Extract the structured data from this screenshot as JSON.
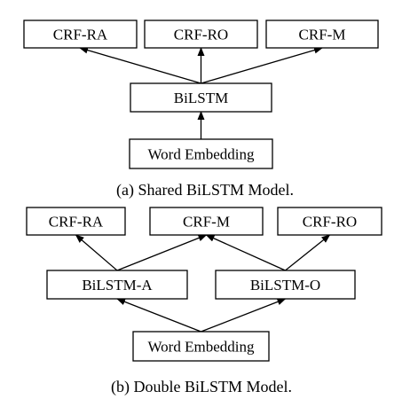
{
  "diagram_a": {
    "caption": "(a) Shared BiLSTM Model.",
    "nodes": {
      "crf_ra": "CRF-RA",
      "crf_ro": "CRF-RO",
      "crf_m": "CRF-M",
      "bilstm": "BiLSTM",
      "word_embedding": "Word Embedding"
    },
    "edges": [
      [
        "word_embedding",
        "bilstm"
      ],
      [
        "bilstm",
        "crf_ra"
      ],
      [
        "bilstm",
        "crf_ro"
      ],
      [
        "bilstm",
        "crf_m"
      ]
    ]
  },
  "diagram_b": {
    "caption": "(b) Double BiLSTM Model.",
    "nodes": {
      "crf_ra": "CRF-RA",
      "crf_m": "CRF-M",
      "crf_ro": "CRF-RO",
      "bilstm_a": "BiLSTM-A",
      "bilstm_o": "BiLSTM-O",
      "word_embedding": "Word Embedding"
    },
    "edges": [
      [
        "word_embedding",
        "bilstm_a"
      ],
      [
        "word_embedding",
        "bilstm_o"
      ],
      [
        "bilstm_a",
        "crf_ra"
      ],
      [
        "bilstm_a",
        "crf_m"
      ],
      [
        "bilstm_o",
        "crf_m"
      ],
      [
        "bilstm_o",
        "crf_ro"
      ]
    ]
  }
}
